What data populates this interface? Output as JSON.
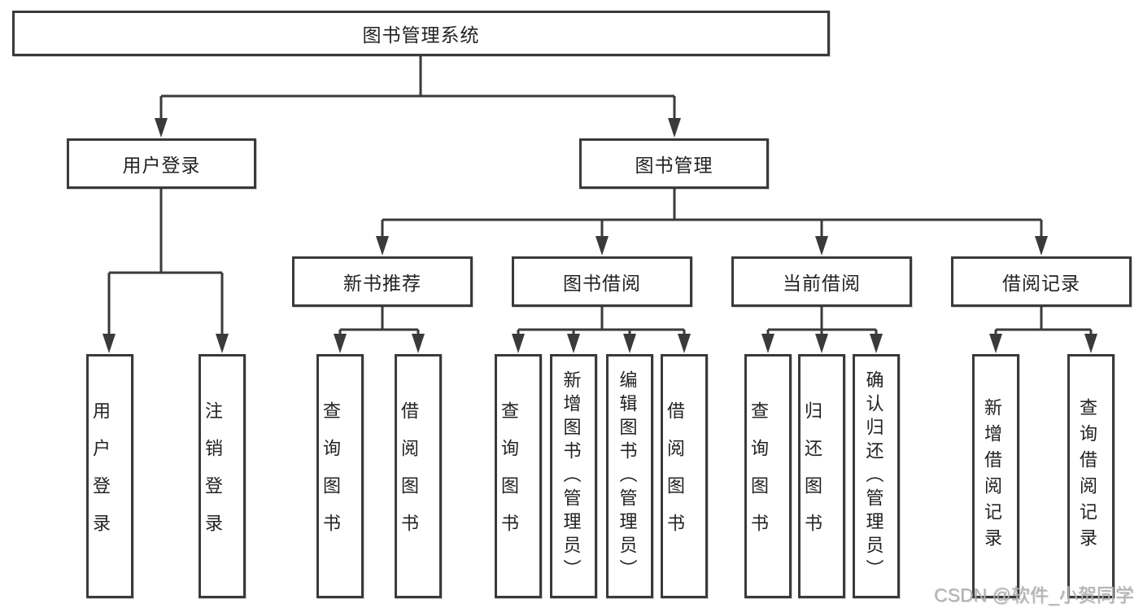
{
  "tree": {
    "label": "图书管理系统",
    "children": [
      {
        "label": "用户登录",
        "children": [
          {
            "label": "用户登录"
          },
          {
            "label": "注销登录"
          }
        ]
      },
      {
        "label": "图书管理",
        "children": [
          {
            "label": "新书推荐",
            "children": [
              {
                "label": "查询图书"
              },
              {
                "label": "借阅图书"
              }
            ]
          },
          {
            "label": "图书借阅",
            "children": [
              {
                "label": "查询图书"
              },
              {
                "label": "新增图书（管理员）"
              },
              {
                "label": "编辑图书（管理员）"
              },
              {
                "label": "借阅图书"
              }
            ]
          },
          {
            "label": "当前借阅",
            "children": [
              {
                "label": "查询图书"
              },
              {
                "label": "归还图书"
              },
              {
                "label": "确认归还（管理员）"
              }
            ]
          },
          {
            "label": "借阅记录",
            "children": [
              {
                "label": "新增借阅记录"
              },
              {
                "label": "查询借阅记录"
              }
            ]
          }
        ]
      }
    ]
  },
  "watermark": {
    "text": "CSDN @软件_小贺同学"
  },
  "colors": {
    "line": "#3a3a3a",
    "text": "#222222",
    "background": "#ffffff",
    "watermark": "#b2b2b2"
  }
}
